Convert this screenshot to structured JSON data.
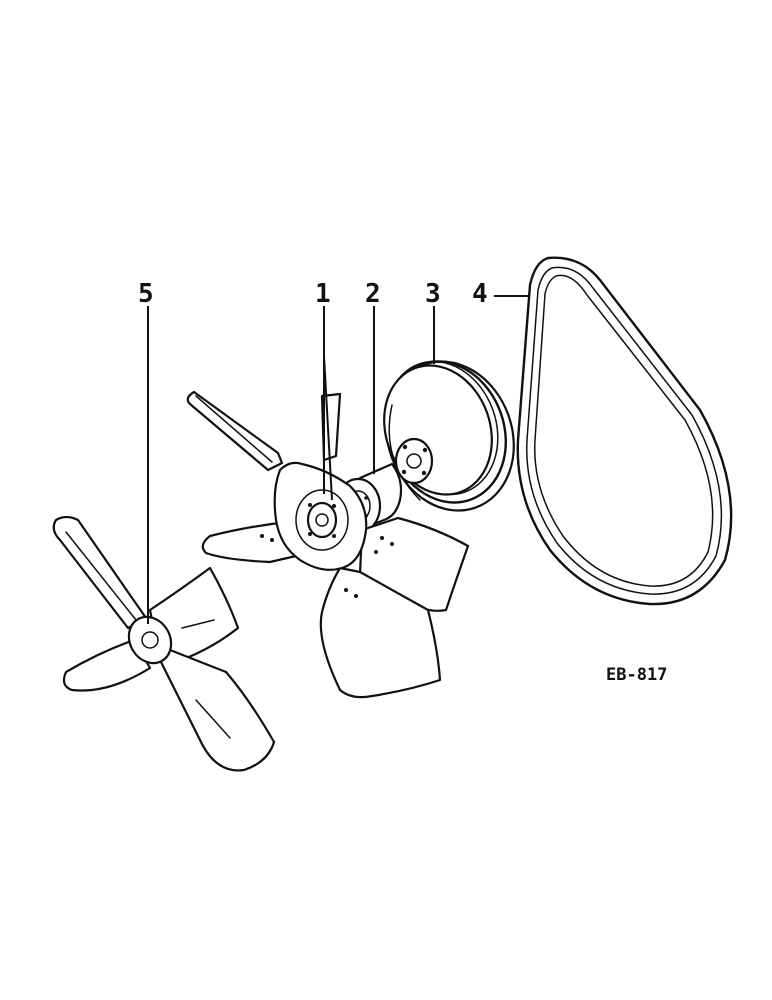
{
  "callouts": [
    {
      "id": "1",
      "text": "1"
    },
    {
      "id": "2",
      "text": "2"
    },
    {
      "id": "3",
      "text": "3"
    },
    {
      "id": "4",
      "text": "4"
    },
    {
      "id": "5",
      "text": "5"
    }
  ],
  "figure_code": "EB-817",
  "colors": {
    "ink": "#111111",
    "paper": "#ffffff"
  }
}
